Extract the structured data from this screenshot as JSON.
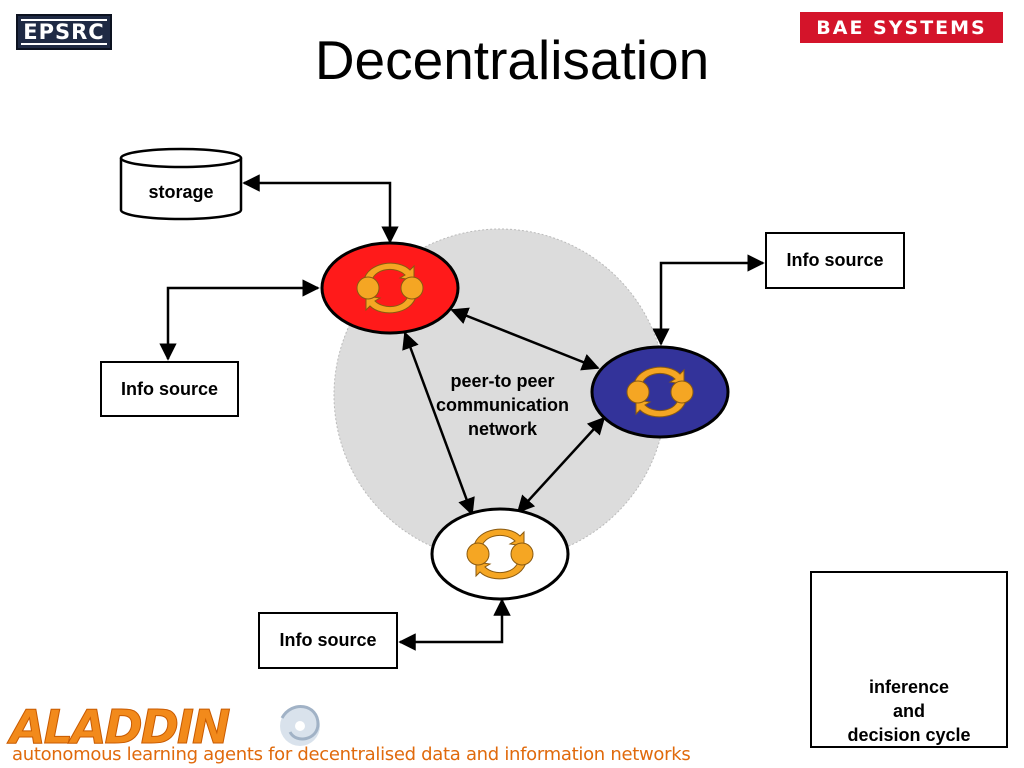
{
  "header": {
    "title": "Decentralisation",
    "logo_left": "EPSRC",
    "logo_right": "BAE SYSTEMS"
  },
  "diagram": {
    "storage_label": "storage",
    "network_label": [
      "peer-to peer",
      "communication",
      "network"
    ],
    "info_source_left": "Info source",
    "info_source_right": "Info source",
    "info_source_bottom": "Info source",
    "agents": [
      {
        "name": "red-agent",
        "fill": "#ff1a1a"
      },
      {
        "name": "blue-agent",
        "fill": "#33339a"
      },
      {
        "name": "white-agent",
        "fill": "#ffffff"
      }
    ],
    "cycle_color": "#f5a623",
    "network_color": "#dcdcdc"
  },
  "legend": {
    "lines": [
      "inference",
      "and",
      "decision cycle"
    ]
  },
  "footer": {
    "logo_text": "ALADDIN",
    "tagline": "autonomous learning agents for decentralised data and information networks"
  }
}
